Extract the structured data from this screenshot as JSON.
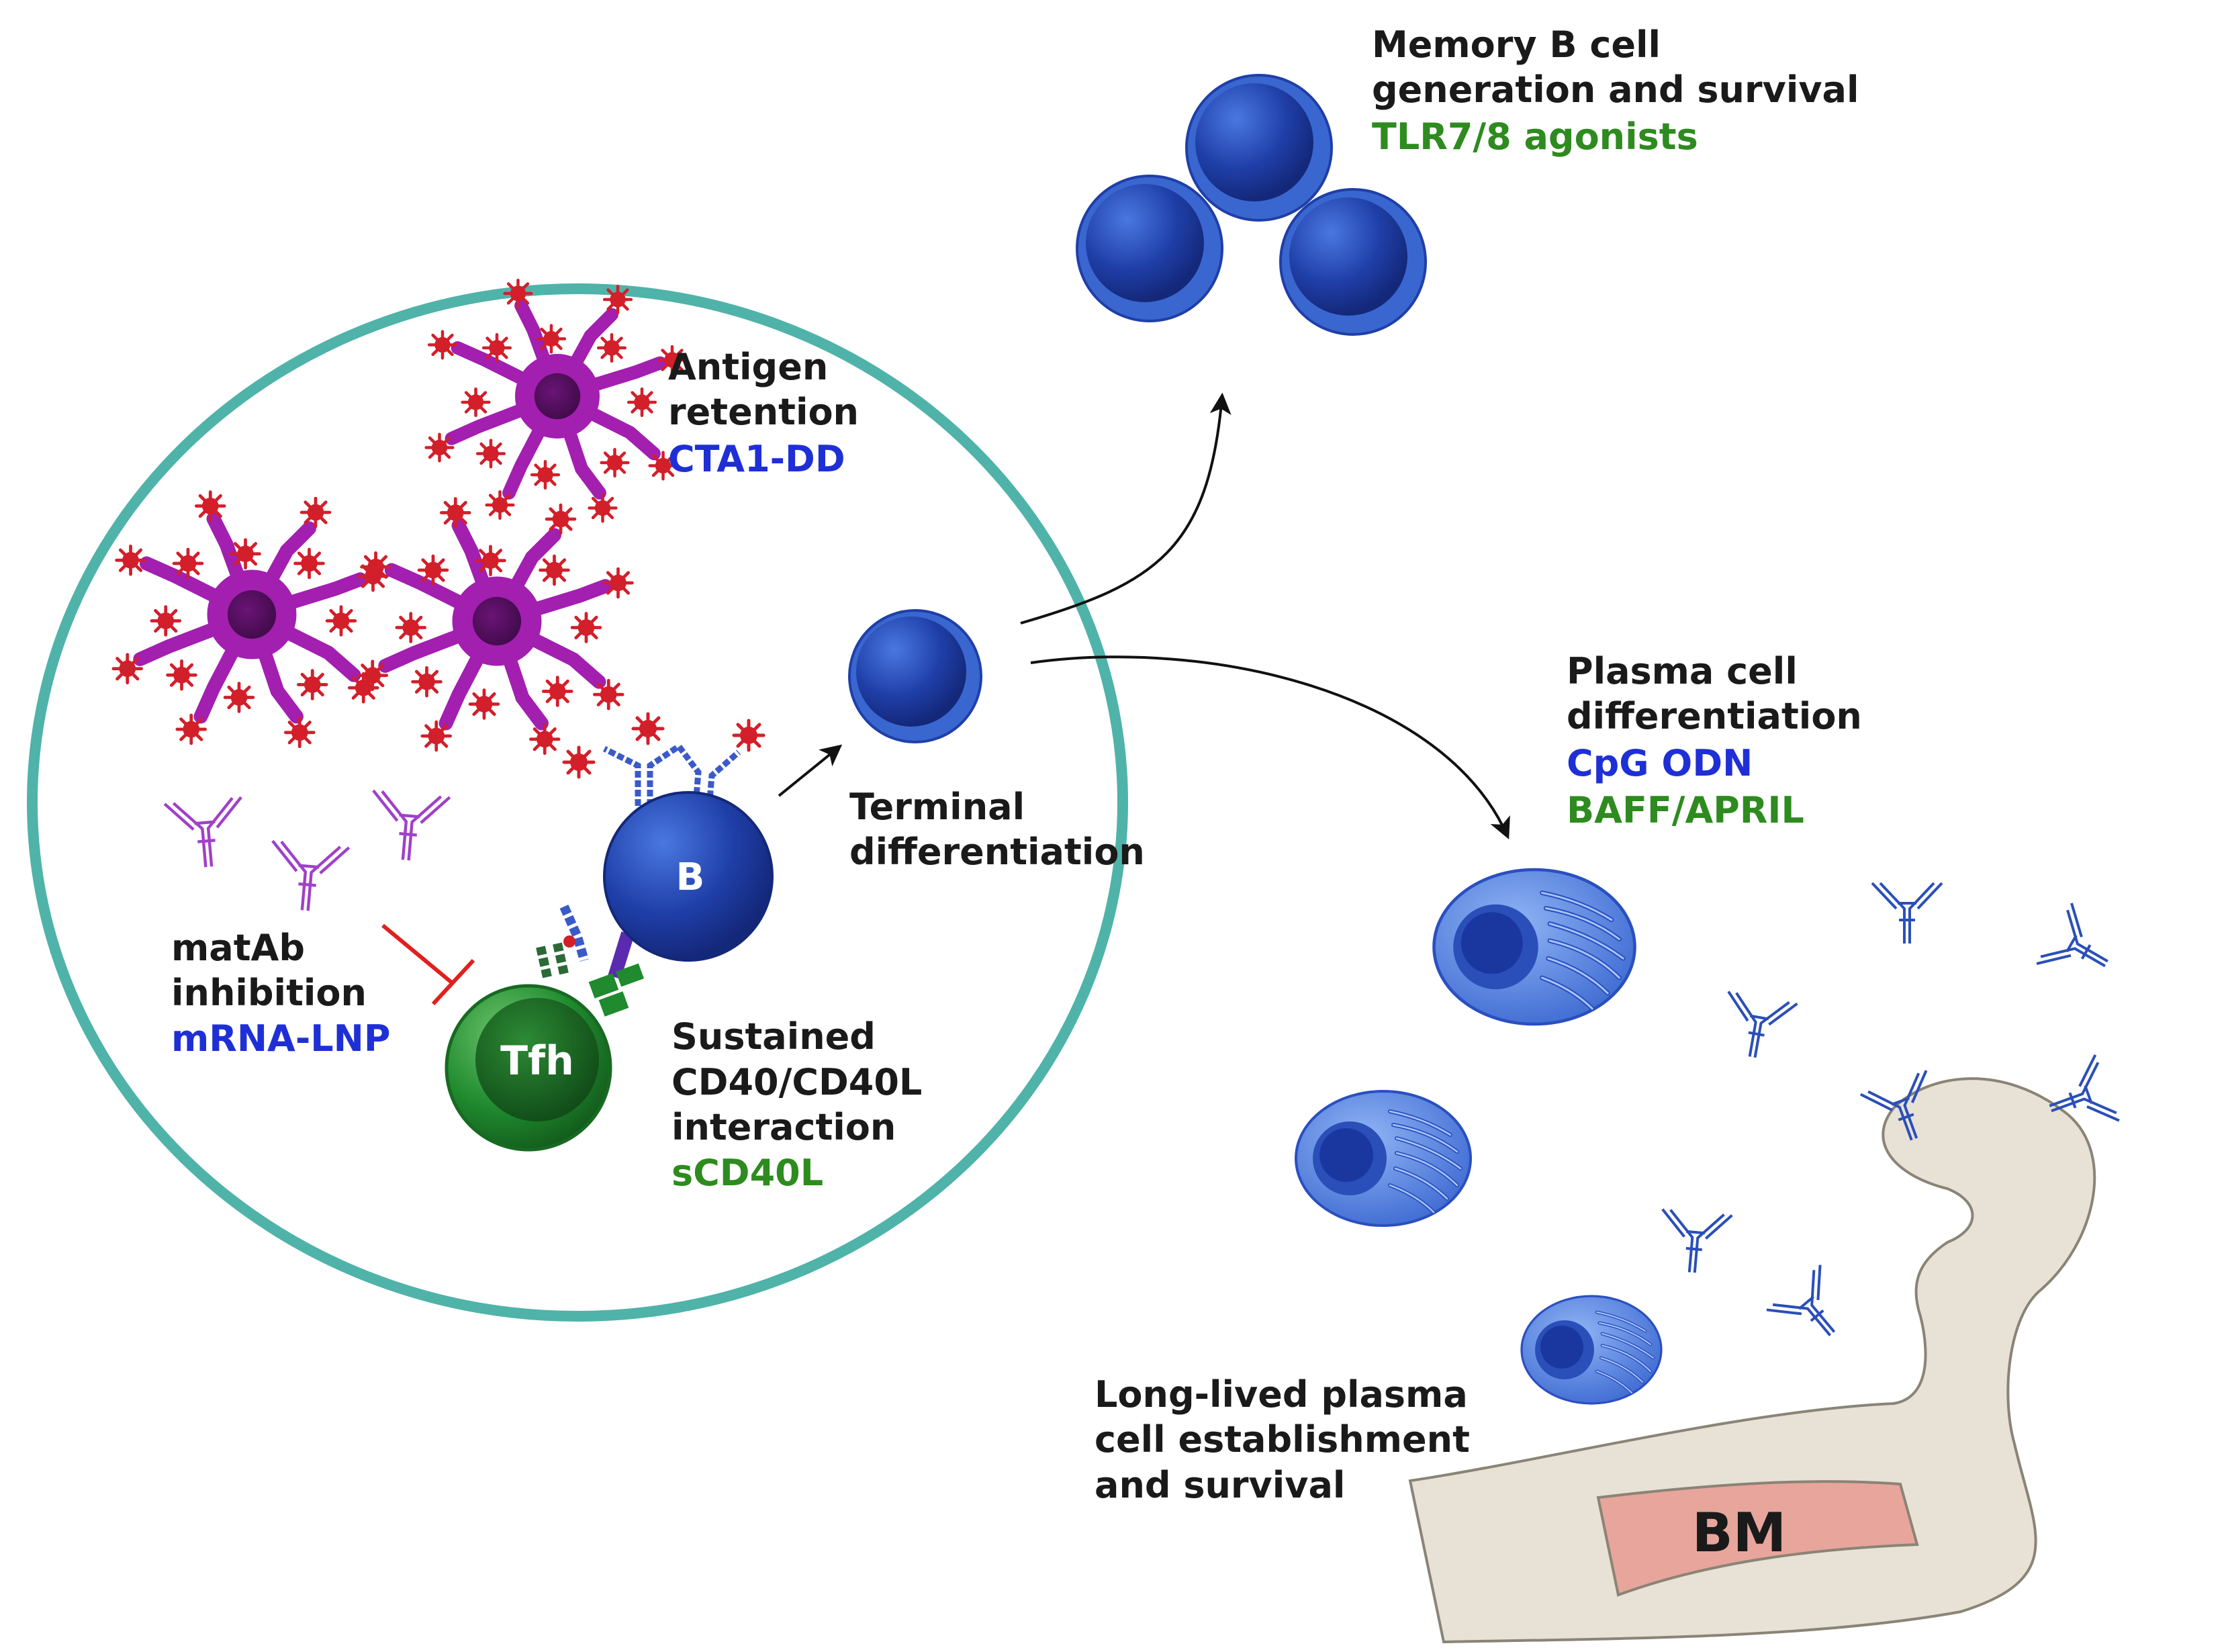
{
  "colors": {
    "germinal_center_ring": "#4fb3a9",
    "blue_text": "#1f2fd6",
    "green_text": "#2e8b1f",
    "dendritic_cell": "#a21fb0",
    "antigen": "#d21f2a",
    "b_cell": "#1f3fa8",
    "tfh_cell": "#1f7a2a",
    "inhibition": "#e02020",
    "bone": "#e8e2d6",
    "bone_marrow": "#e8a59c"
  },
  "labels": {
    "memory": {
      "title_line1": "Memory B cell",
      "title_line2": "generation and survival",
      "intervention": "TLR7/8 agonists"
    },
    "antigen_retention": {
      "line1": "Antigen",
      "line2": "retention",
      "intervention": "CTA1-DD"
    },
    "terminal": {
      "line1": "Terminal",
      "line2": "differentiation"
    },
    "plasma_diff": {
      "line1": "Plasma cell",
      "line2": "differentiation",
      "intervention1": "CpG ODN",
      "intervention2": "BAFF/APRIL"
    },
    "matab": {
      "line1": "matAb",
      "line2": "inhibition",
      "intervention": "mRNA-LNP"
    },
    "cd40": {
      "line1": "Sustained",
      "line2": "CD40/CD40L",
      "line3": "interaction",
      "intervention": "sCD40L"
    },
    "llpc": {
      "line1": "Long-lived plasma",
      "line2": "cell establishment",
      "line3": "and survival"
    },
    "b_cell": "B",
    "tfh_cell": "Tfh",
    "bone_marrow": "BM"
  },
  "icons": [
    "dendritic-cell-icon",
    "antigen-icon",
    "antibody-icon",
    "b-cell-icon",
    "tfh-cell-icon",
    "memory-b-cell-icon",
    "plasma-cell-icon",
    "bone-icon",
    "arrow-icon",
    "inhibition-icon"
  ]
}
